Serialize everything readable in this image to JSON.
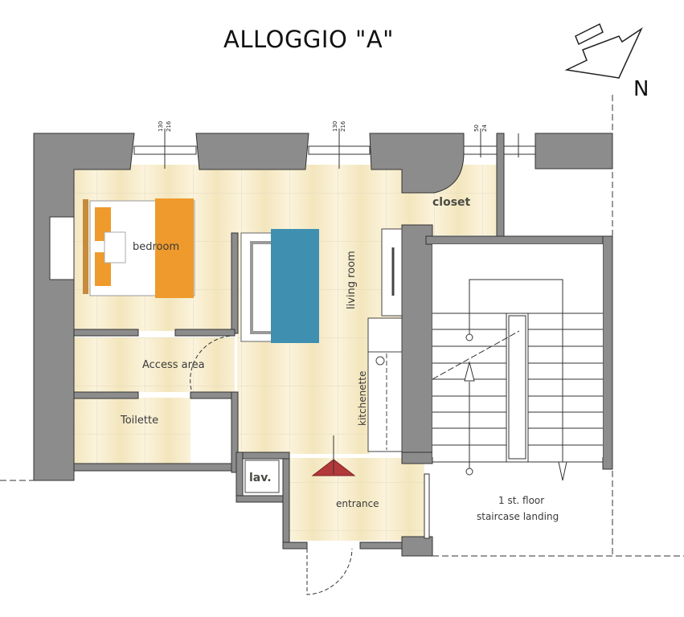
{
  "title": "ALLOGGIO \"A\"",
  "compass": {
    "label": "N",
    "icon": "north-arrow-icon"
  },
  "rooms": {
    "bedroom": "bedroom",
    "living_room": "living room",
    "closet": "closet",
    "access_area": "Access area",
    "toilette": "Toilette",
    "kitchenette": "kitchenette",
    "lav": "lav.",
    "entrance": "entrance",
    "landing_line1": "1 st. floor",
    "landing_line2": "staircase landing"
  },
  "windows": [
    {
      "id": "window-1",
      "dim_a": "130",
      "dim_b": "216"
    },
    {
      "id": "window-2",
      "dim_a": "130",
      "dim_b": "216"
    },
    {
      "id": "window-3",
      "dim_a": "50",
      "dim_b": "24"
    }
  ],
  "colors": {
    "wall": "#8c8c8c",
    "floor": "#f6ecc9",
    "bed_cover": "#ef9a2c",
    "sofa_rug": "#3f8fb0",
    "entrance_marker": "#b3383a"
  }
}
